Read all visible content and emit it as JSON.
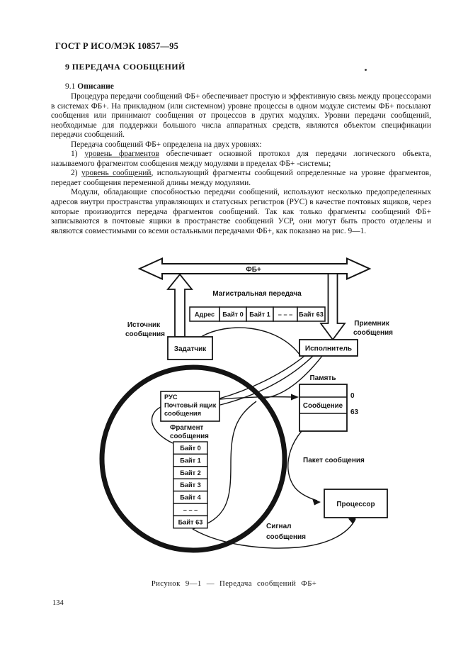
{
  "doc": {
    "header": "ГОСТ Р ИСО/МЭК 10857—95",
    "section_title": "9 ПЕРЕДАЧА СООБЩЕНИЙ",
    "subsection_number": "9.1",
    "subsection_title": "Описание",
    "caption": "Рисунок 9—1 — Передача сообщений ФБ+",
    "page_number": "134"
  },
  "body": {
    "p1": "Процедура передачи сообщений ФБ+ обеспечивает простую и эффективную связь между процессорами в системах ФБ+. На прикладном (или системном) уровне процессы в одном модуле системы ФБ+ посылают сообщения или принимают сообщения от процессов в других модулях. Уровни передачи сообщений, необходимые для поддержки большого числа аппаратных средств, являются объектом спецификации передачи сообщений.",
    "p2": "Передача сообщений ФБ+ определена на двух уровнях:",
    "li1": {
      "pre": "1) ",
      "und": "уровень фрагментов",
      "post": " обеспечивает основной протокол для передачи логического объекта, называемого фрагментом сообщения между модулями в пределах ФБ+ -системы;"
    },
    "li2": {
      "pre": "2) ",
      "und": "уровень сообщений",
      "post": ", использующий фрагменты сообщений определенные на уровне фрагментов, передает сообщения переменной длины между модулями."
    },
    "p3": "Модули, обладающие способностью передачи сообщений, используют несколько предопределенных адресов внутри пространства управляющих и статусных регистров (РУС) в качестве почтовых ящиков, через которые производится передача фрагментов сообщений. Так как только фрагменты сообщений ФБ+ записываются в почтовые ящики в пространстве сообщений УСР, они могут быть просто отделены и являются совместимыми со всеми остальными передачами ФБ+, как показано на рис. 9—1."
  },
  "diagram": {
    "bus_label": "ФБ+",
    "backplane_transfer_label": "Магистральная передача",
    "fragment_cells": [
      "Адрес",
      "Байт 0",
      "Байт 1",
      "– – –",
      "Байт 63"
    ],
    "source_label": [
      "Источник",
      "сообщения"
    ],
    "receiver_label": [
      "Приемник",
      "сообщения"
    ],
    "master_box": "Задатчик",
    "executor_box": "Исполнитель",
    "mailbox_lines": [
      "РУС",
      "Почтовый ящик",
      "сообщения"
    ],
    "fragment_label": [
      "Фрагмент",
      "сообщения"
    ],
    "byte_stack": [
      "Байт 0",
      "Байт 1",
      "Байт 2",
      "Байт 3",
      "Байт 4",
      "– – –",
      "Байт 63"
    ],
    "memory_label": "Память",
    "message_box": "Сообщение",
    "mem_top": "0",
    "mem_bottom": "63",
    "packet_label": "Пакет сообщения",
    "processor_box": "Процессор",
    "signal_label": [
      "Сигнал",
      "сообщения"
    ],
    "ink_color": "#141414"
  }
}
